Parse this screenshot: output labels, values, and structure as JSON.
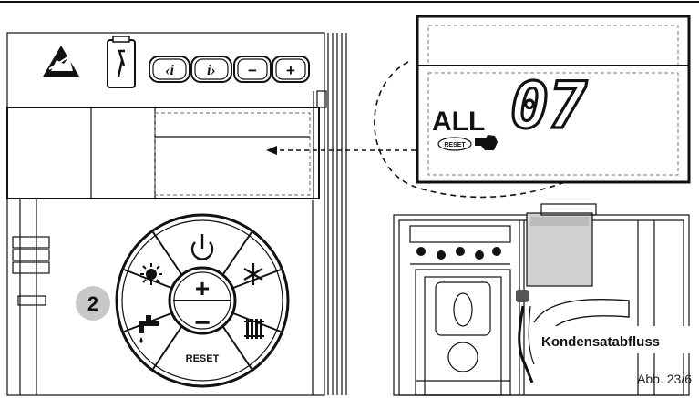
{
  "figure": {
    "step_badge": "2",
    "condensate_label": "Kondensatabfluss",
    "figure_number": "Abb. 23/6"
  },
  "display": {
    "alarm_prefix": "ALL",
    "alarm_code": "07",
    "reset_symbol": "RESET"
  },
  "panel": {
    "reset_label": "RESET",
    "plus_symbol": "+",
    "minus_symbol": "−",
    "top_keys": [
      "‹i",
      "i›",
      "−",
      "+"
    ]
  },
  "icons": [
    "esd-warning-icon",
    "service-wrench-icon",
    "power-icon",
    "sun-icon",
    "snowflake-icon",
    "tap-water-icon",
    "radiator-icon",
    "hand-pointer-icon"
  ]
}
